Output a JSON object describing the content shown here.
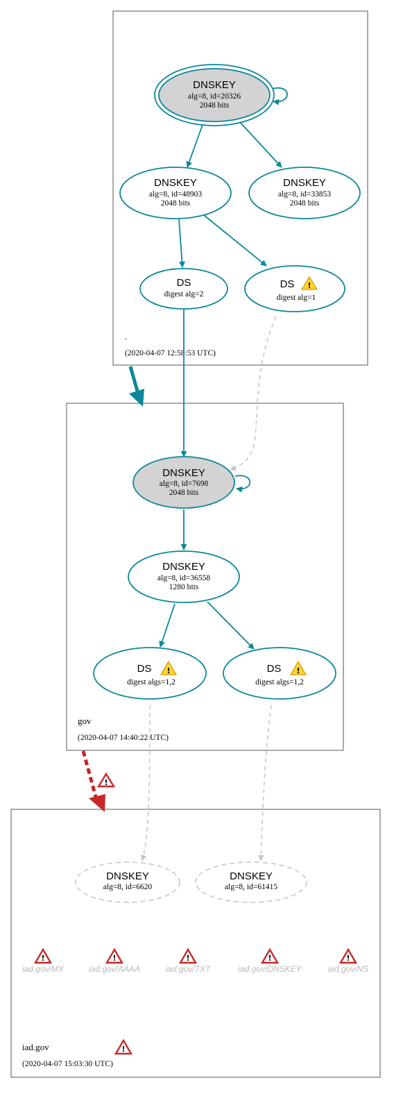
{
  "zones": {
    "root": {
      "name": ".",
      "timestamp": "(2020-04-07 12:58:53 UTC)"
    },
    "gov": {
      "name": "gov",
      "timestamp": "(2020-04-07 14:40:22 UTC)"
    },
    "iad": {
      "name": "iad.gov",
      "timestamp": "(2020-04-07 15:03:30 UTC)"
    }
  },
  "nodes": {
    "root_ksk": {
      "title": "DNSKEY",
      "line1": "alg=8, id=20326",
      "line2": "2048 bits"
    },
    "root_zsk1": {
      "title": "DNSKEY",
      "line1": "alg=8, id=48903",
      "line2": "2048 bits"
    },
    "root_zsk2": {
      "title": "DNSKEY",
      "line1": "alg=8, id=33853",
      "line2": "2048 bits"
    },
    "ds_gov_2": {
      "title": "DS",
      "line1": "digest alg=2"
    },
    "ds_gov_1": {
      "title": "DS",
      "line1": "digest alg=1"
    },
    "gov_ksk": {
      "title": "DNSKEY",
      "line1": "alg=8, id=7698",
      "line2": "2048 bits"
    },
    "gov_zsk": {
      "title": "DNSKEY",
      "line1": "alg=8, id=36558",
      "line2": "1280 bits"
    },
    "ds_iad_a": {
      "title": "DS",
      "line1": "digest algs=1,2"
    },
    "ds_iad_b": {
      "title": "DS",
      "line1": "digest algs=1,2"
    },
    "iad_key1": {
      "title": "DNSKEY",
      "line1": "alg=8, id=6620"
    },
    "iad_key2": {
      "title": "DNSKEY",
      "line1": "alg=8, id=61415"
    }
  },
  "rrsets": [
    "iad.gov/MX",
    "iad.gov/AAAA",
    "iad.gov/TXT",
    "iad.gov/DNSKEY",
    "iad.gov/NS"
  ],
  "colors": {
    "secure": "#0a879a",
    "bogus": "#c62828",
    "insecure_gray": "#c8c8c8",
    "warning": "#ffd42a",
    "key_fill_gray": "#d3d3d3"
  },
  "icons": {
    "warning": "warning-icon",
    "error": "error-icon"
  }
}
